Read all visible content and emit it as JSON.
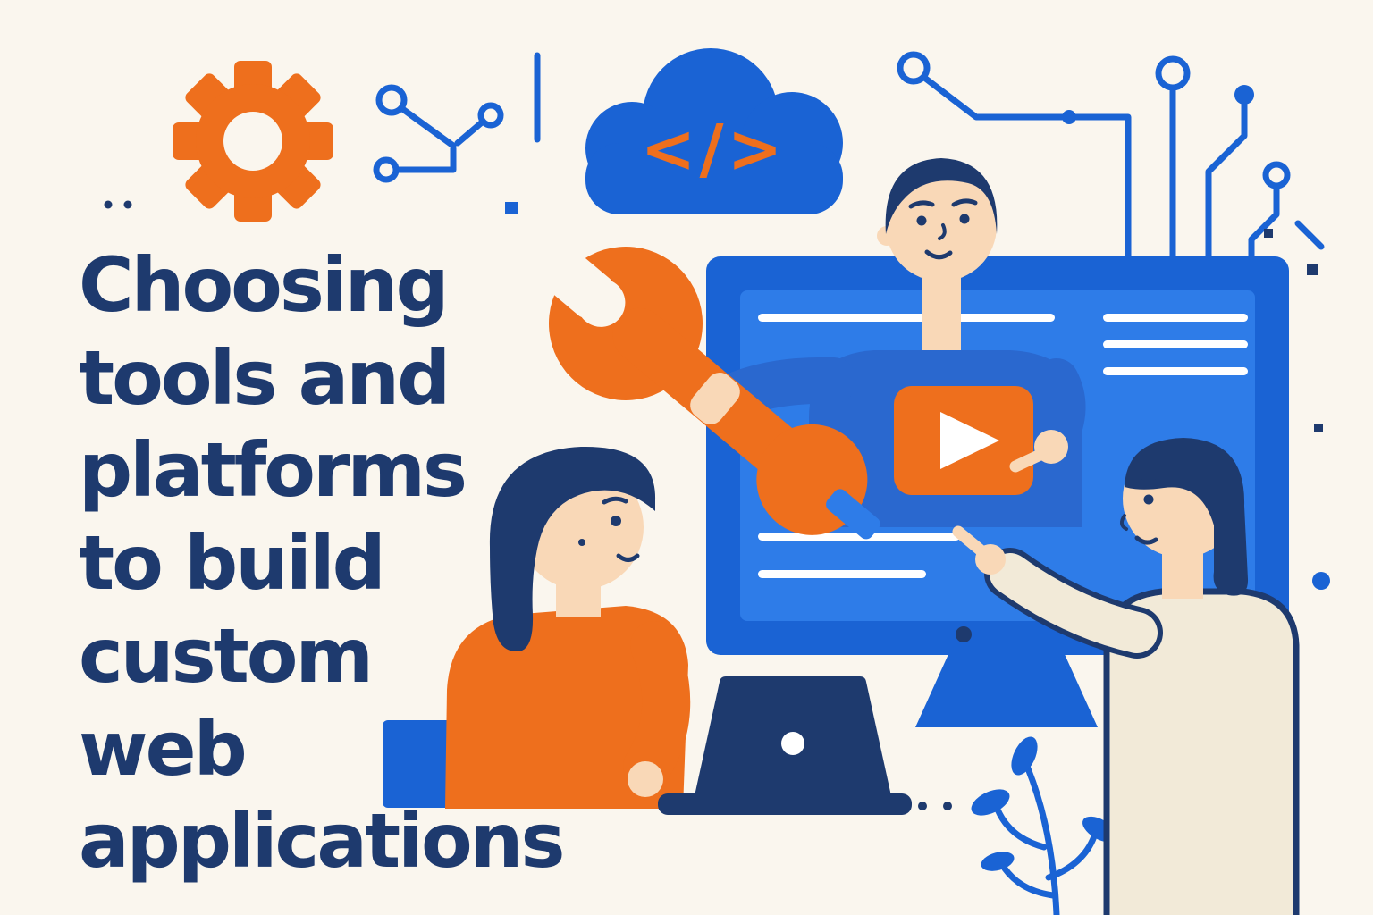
{
  "title": {
    "text": "Choosing\ntools and\nplatforms\nto build\ncustom\nweb\napplications"
  },
  "cloud": {
    "code_symbol": "</>"
  },
  "colors": {
    "background": "#faf6ee",
    "navy": "#1e3a6e",
    "blue": "#1a63d4",
    "screen": "#2e7ce8",
    "shirt": "#2a68cf",
    "orange": "#ee6f1d",
    "skin": "#f9d8b7",
    "cream": "#f2ead8",
    "white": "#ffffff"
  },
  "illustration": {
    "elements": [
      "gear-icon",
      "circuit-nodes-left",
      "cloud-icon",
      "code-icon",
      "circuit-traces-right",
      "monitor",
      "screen-text-lines",
      "play-button-icon",
      "wrench-icon",
      "man-presenter",
      "woman-at-laptop",
      "laptop",
      "woman-pointing",
      "plant",
      "decorative-dots"
    ]
  }
}
